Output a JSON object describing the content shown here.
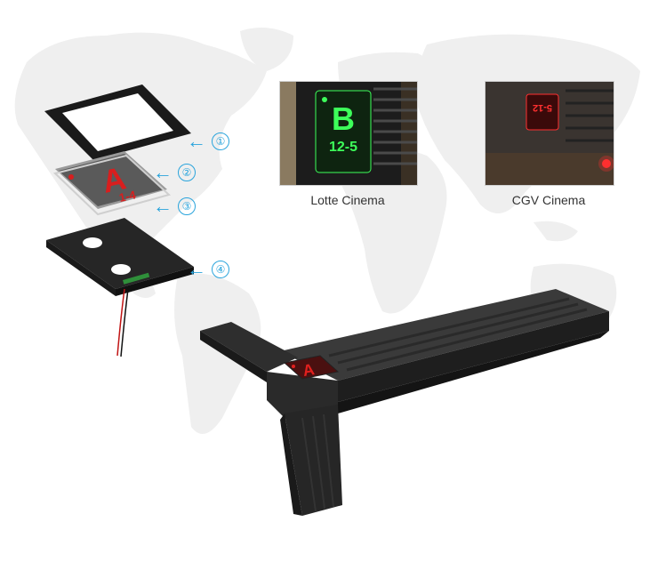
{
  "callouts": [
    {
      "arrow": "←",
      "number": "①"
    },
    {
      "arrow": "←",
      "number": "②"
    },
    {
      "arrow": "←",
      "number": "③"
    },
    {
      "arrow": "←",
      "number": "④"
    }
  ],
  "photos": {
    "lotte": {
      "caption": "Lotte Cinema",
      "sign_letter": "B",
      "sign_seat": "12-5",
      "glow_color": "#3dff5a"
    },
    "cgv": {
      "caption": "CGV Cinema",
      "sign_text_mirrored": "5-12",
      "glow_color": "#ff3030"
    }
  },
  "exploded_view": {
    "panel_letter": "A",
    "panel_seat": "1-4",
    "glow_color": "#d81e1e"
  },
  "product": {
    "panel_letter": "A",
    "glow_color": "#e0201e"
  },
  "colors": {
    "accent": "#2aa4dc",
    "map": "#efefef",
    "product_body": "#2b2b2b"
  }
}
